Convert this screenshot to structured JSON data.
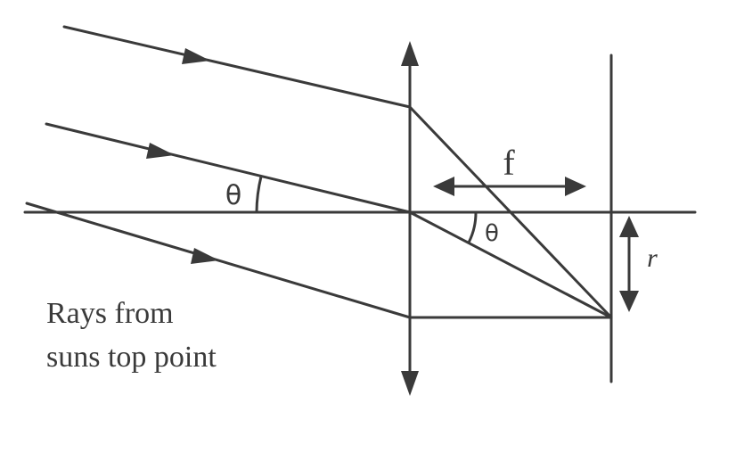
{
  "labels": {
    "theta_incident": "θ",
    "theta_refracted": "θ",
    "focal_length": "f",
    "radius": "r",
    "caption_line1": "Rays from",
    "caption_line2": "suns top point"
  }
}
